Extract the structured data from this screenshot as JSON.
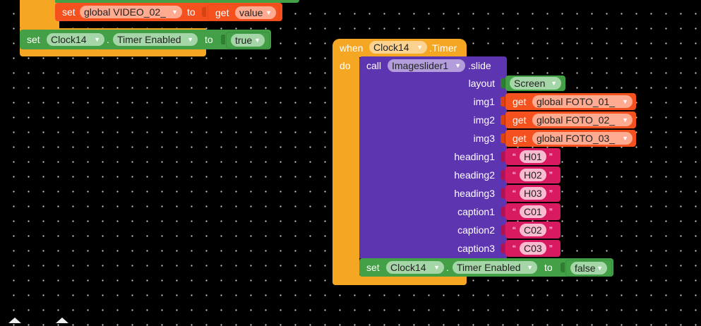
{
  "top_block": {
    "set_kw": "set",
    "var_name": "global VIDEO_02_",
    "to_kw": "to",
    "get_kw": "get",
    "get_name": "value"
  },
  "clock_block": {
    "set_kw": "set",
    "component": "Clock14",
    "dot": ".",
    "property": "Timer Enabled",
    "to_kw": "to",
    "value": "true"
  },
  "event_block": {
    "when_kw": "when",
    "component": "Clock14",
    "event": ".Timer",
    "do_kw": "do",
    "call": {
      "call_kw": "call",
      "component": "Imageslider1",
      "method": ".slide",
      "params": [
        {
          "name": "layout",
          "kind": "component",
          "value": "Screen"
        },
        {
          "name": "img1",
          "kind": "get",
          "get_kw": "get",
          "value": "global FOTO_01_"
        },
        {
          "name": "img2",
          "kind": "get",
          "get_kw": "get",
          "value": "global FOTO_02_"
        },
        {
          "name": "img3",
          "kind": "get",
          "get_kw": "get",
          "value": "global FOTO_03_"
        },
        {
          "name": "heading1",
          "kind": "text",
          "value": "H01"
        },
        {
          "name": "heading2",
          "kind": "text",
          "value": "H02"
        },
        {
          "name": "heading3",
          "kind": "text",
          "value": "H03"
        },
        {
          "name": "caption1",
          "kind": "text",
          "value": "C01"
        },
        {
          "name": "caption2",
          "kind": "text",
          "value": "C02"
        },
        {
          "name": "caption3",
          "kind": "text",
          "value": "C03"
        }
      ]
    },
    "inner_set": {
      "set_kw": "set",
      "component": "Clock14",
      "dot": ".",
      "property": "Timer Enabled",
      "to_kw": "to",
      "value": "false"
    }
  },
  "quote_open": "“",
  "quote_close": "”",
  "dropdown_glyph": "▼",
  "colors": {
    "event": "#f5a623",
    "component": "#5e35b1",
    "logic": "#43a047",
    "variable": "#f4511e",
    "text": "#d81b60"
  }
}
